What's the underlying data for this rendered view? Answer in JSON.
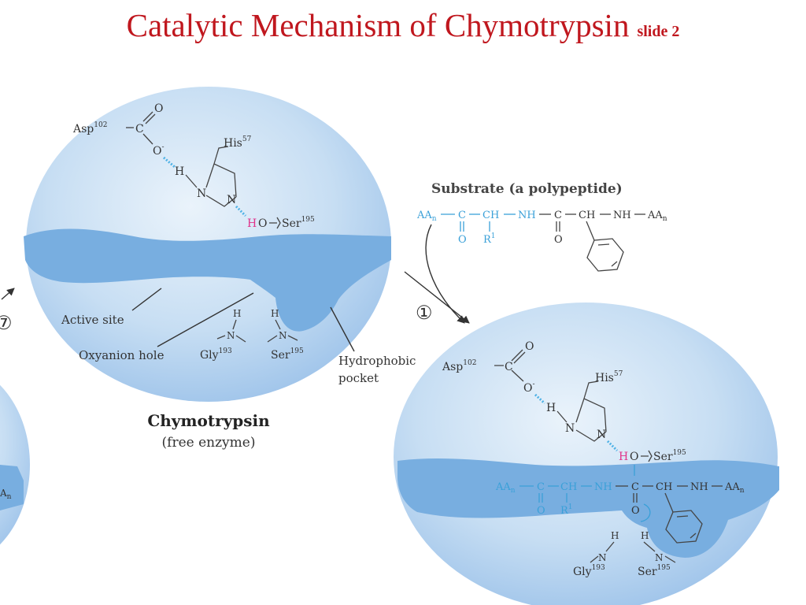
{
  "slide": {
    "title": "Catalytic Mechanism of Chymotrypsin",
    "subtitle": "slide 2"
  },
  "colors": {
    "title_red": "#c0171e",
    "sphere_light": "#d6e8f7",
    "sphere_mid": "#a9cbee",
    "groove": "#78aee0",
    "substrate_blue": "#3aa0d8",
    "hydrogen_pink": "#e0338a"
  },
  "free_enzyme": {
    "asp_label": "Asp",
    "asp_sup": "102",
    "his_label": "His",
    "his_sup": "57",
    "ser_label": "Ser",
    "ser_sup": "195",
    "h_pink": "H",
    "o_label": "O",
    "c_label": "C",
    "n_label": "N",
    "h_label": "H",
    "o_minus": "O",
    "minus": "-",
    "gly_label": "Gly",
    "gly_sup": "193",
    "ser2_label": "Ser",
    "ser2_sup": "195"
  },
  "labels": {
    "active_site": "Active site",
    "oxyanion_hole": "Oxyanion hole",
    "hydrophobic_line1": "Hydrophobic",
    "hydrophobic_line2": "pocket",
    "enzyme_name": "Chymotrypsin",
    "enzyme_caption": "(free enzyme)",
    "substrate_title": "Substrate (a polypeptide)",
    "step_number": "①",
    "left_step_number": "⑦"
  },
  "substrate": {
    "aa_n": "AA",
    "aa_n_sub": "n",
    "c1": "C",
    "ch1": "CH",
    "nh": "NH",
    "c2": "C",
    "ch2": "CH",
    "nh2": "NH",
    "aa_m": "AA",
    "aa_m_sub": "n",
    "o1": "O",
    "r1": "R",
    "r1_sup": "1",
    "o2": "O"
  },
  "bound_enzyme": {
    "asp_label": "Asp",
    "asp_sup": "102",
    "his_label": "His",
    "his_sup": "57",
    "ser_label": "Ser",
    "ser_sup": "195",
    "h_pink": "H",
    "o_label": "O",
    "chain_aa_n": "AA",
    "chain_aa_n_sub": "n",
    "chain_c1": "C",
    "chain_ch1": "CH",
    "chain_nh": "NH",
    "chain_c2": "C",
    "chain_ch2": "CH",
    "chain_nh2": "NH",
    "chain_aa_m": "AA",
    "chain_aa_m_sub": "n",
    "chain_o1": "O",
    "chain_r1": "R",
    "chain_r1_sup": "1",
    "chain_o2": "O",
    "gly_label": "Gly",
    "gly_sup": "193",
    "ser2_label": "Ser",
    "ser2_sup": "195",
    "h_label": "H",
    "n_label": "N"
  },
  "left_partial": {
    "aa_fragment": "A",
    "aa_sub": "n"
  }
}
